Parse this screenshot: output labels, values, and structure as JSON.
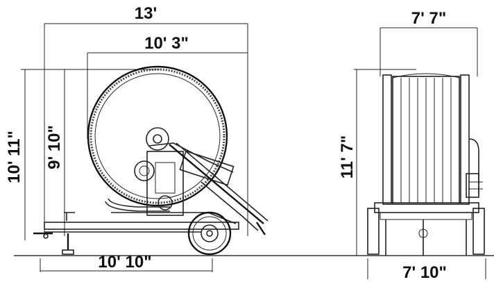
{
  "diagram": {
    "side_view": {
      "overall_length": "13'",
      "reel_length": "10' 3\"",
      "overall_height": "10' 11\"",
      "reel_height": "9' 10\"",
      "wheelbase_length": "10' 10\""
    },
    "end_view": {
      "reel_width": "7' 7\"",
      "overall_height": "11' 7\"",
      "overall_width": "7' 10\""
    }
  },
  "colors": {
    "line": "#222222",
    "text": "#111111",
    "background": "#ffffff"
  }
}
